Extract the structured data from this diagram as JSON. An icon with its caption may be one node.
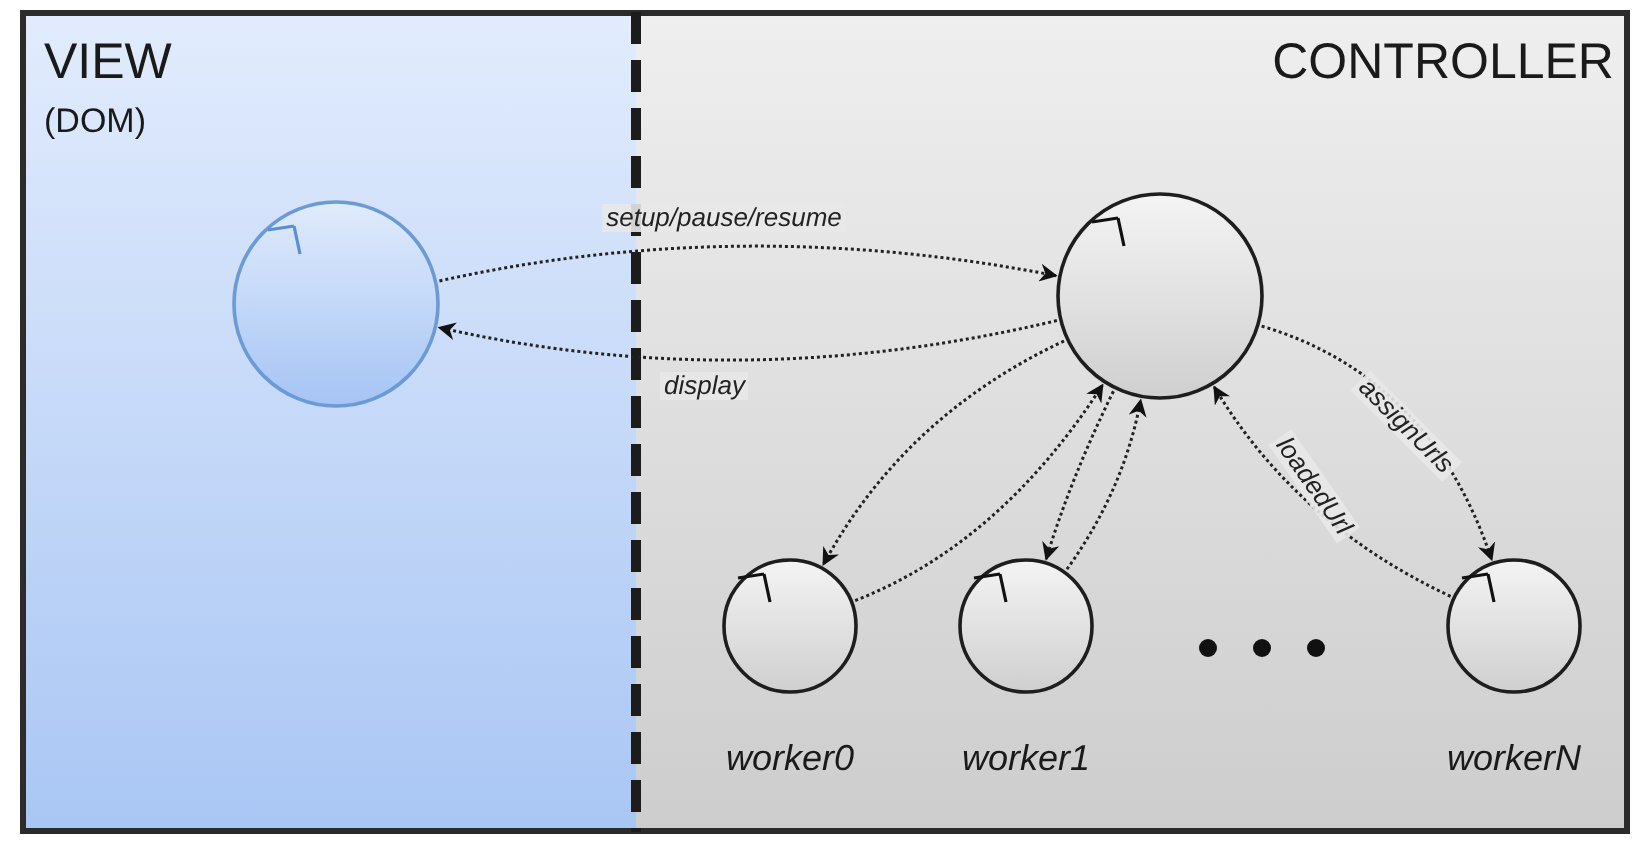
{
  "diagram": {
    "nodes": [
      {
        "text": [
          "VIEW",
          "(DOM)"
        ]
      },
      {
        "text": [
          "CONTROLLER"
        ]
      },
      {
        "text": [],
        "shape": "circle",
        "in": 0
      },
      {
        "text": [],
        "shape": "circle",
        "in": 1
      },
      {
        "text": [],
        "shape": "circle",
        "in": 1,
        "beside": [
          "worker0"
        ]
      },
      {
        "text": [],
        "shape": "circle",
        "in": 1,
        "beside": [
          "worker1"
        ]
      },
      {
        "text": [],
        "shape": "circle",
        "in": 1,
        "beside": [
          "workerN"
        ]
      }
    ],
    "edges": [
      {
        "from": 2,
        "to": 3,
        "arrow": "to",
        "label": "setup/pause/resume"
      },
      {
        "from": 3,
        "to": 2,
        "arrow": "to",
        "label": "display"
      },
      {
        "from": 3,
        "to": 4,
        "arrow": "to"
      },
      {
        "from": 4,
        "to": 3,
        "arrow": "to"
      },
      {
        "from": 3,
        "to": 5,
        "arrow": "to"
      },
      {
        "from": 5,
        "to": 3,
        "arrow": "to"
      },
      {
        "from": 3,
        "to": 6,
        "arrow": "to",
        "label": "assignUrls"
      },
      {
        "from": 6,
        "to": 3,
        "arrow": "to",
        "label": "loadedUrl"
      }
    ]
  }
}
